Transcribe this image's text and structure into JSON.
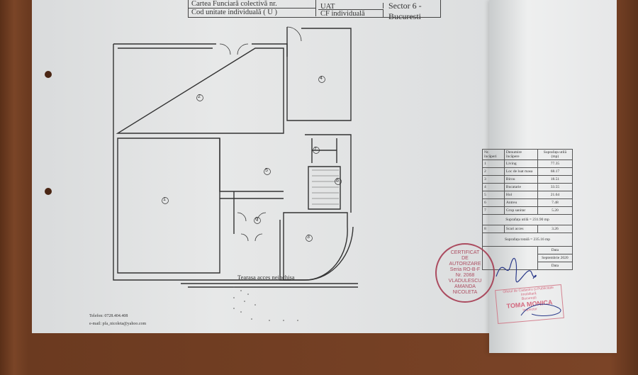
{
  "header": {
    "row1_label": "Cartea Funciară colectivă nr.",
    "row2_label": "Cod unitate individuală ( U )",
    "uat_label": "UAT",
    "uat_value": "Sector 6 - Bucuresti",
    "cf_label": "CF individuală"
  },
  "plan": {
    "rooms": [
      "1",
      "2",
      "3",
      "4",
      "5",
      "6",
      "7",
      "8"
    ],
    "terrace_label": "Tearasa acces neinchisa"
  },
  "contact": {
    "phone": "Telefon: 0728.404.408",
    "email": "e-mail: pfa_nicoleta@yahoo.com"
  },
  "area_table": {
    "headers": [
      "Nr. încăperi",
      "Denumire încăpere",
      "Suprafața utilă (mp)"
    ],
    "rows": [
      {
        "nr": "1",
        "name": "Living",
        "area": "77.35"
      },
      {
        "nr": "2",
        "name": "Loc de luat masa",
        "area": "68.17"
      },
      {
        "nr": "3",
        "name": "Birou",
        "area": "18.51"
      },
      {
        "nr": "4",
        "name": "Bucatarie",
        "area": "33.55"
      },
      {
        "nr": "5",
        "name": "Hol",
        "area": "21.64"
      },
      {
        "nr": "6",
        "name": "Antreu",
        "area": "7.48"
      },
      {
        "nr": "7",
        "name": "Grup sanitar",
        "area": "5.20"
      }
    ],
    "subtotal": "Suprafața utilă = 231.90 mp",
    "extra_row": {
      "nr": "8",
      "name": "Scari acces",
      "area": "3.26"
    },
    "total": "Suprafața totală = 235.16 mp",
    "date_label": "Data",
    "date_value": "Septembrie 2020",
    "date_label2": "Data"
  },
  "stamps": {
    "round": "CERTIFICAT DE AUTORIZARE Seria RO-B-F Nr. 2068 VLADULESCU AMANDA NICOLETA",
    "office": "Oficiul de Cadastru și Publicitate Imobiliară București TOMA MONICA Inspector"
  },
  "colors": {
    "stamp_round": "#a3334a",
    "stamp_office": "#d0506a",
    "wood": "#6e3d22"
  }
}
